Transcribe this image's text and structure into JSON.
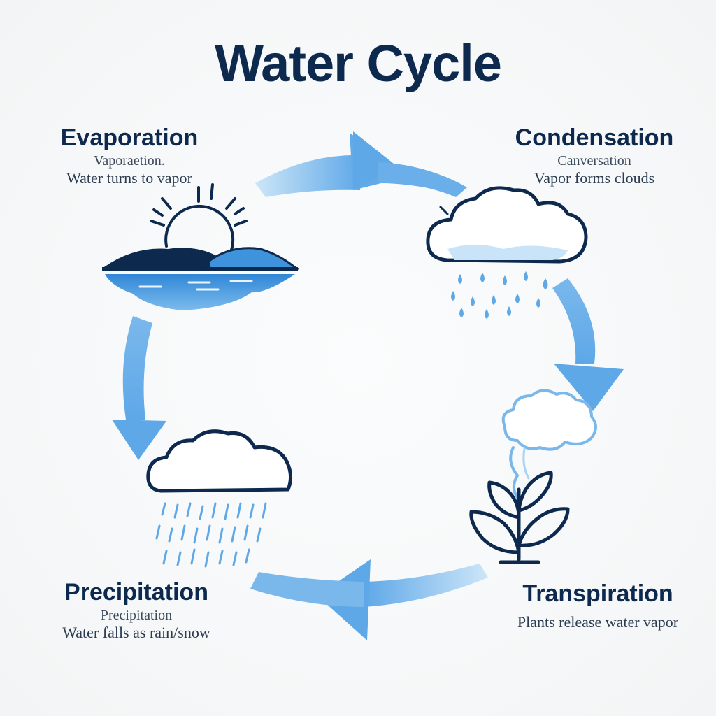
{
  "title": "Water Cycle",
  "stages": {
    "evaporation": {
      "title": "Evaporation",
      "subtitle": "Vaporaetion.",
      "description": "Water turns to vapor"
    },
    "condensation": {
      "title": "Condensation",
      "subtitle": "Canversation",
      "description": "Vapor forms clouds"
    },
    "precipitation": {
      "title": "Precipitation",
      "subtitle": "Precipitation",
      "description": "Water falls as rain/snow"
    },
    "transpiration": {
      "title": "Transpiration",
      "description": "Plants release water vapor"
    }
  },
  "colors": {
    "dark_navy": "#0d2a4e",
    "arrow_blue": "#6fb3ea",
    "water_blue": "#3f92dc",
    "light_blue": "#bfe0f7"
  },
  "icons": {
    "evaporation": "sun-over-water-icon",
    "condensation": "rain-cloud-icon",
    "precipitation": "rain-cloud-icon",
    "transpiration": "plant-vapor-icon"
  }
}
